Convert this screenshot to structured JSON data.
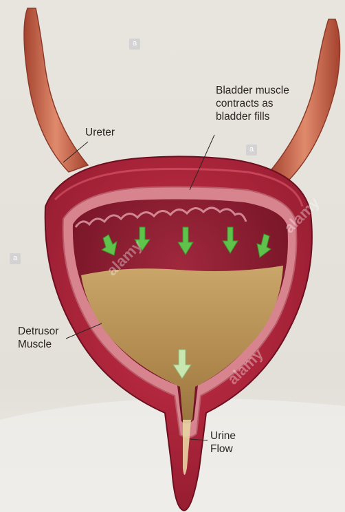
{
  "labels": {
    "ureter": "Ureter",
    "contracts": [
      "Bladder muscle",
      "contracts as",
      "bladder fills"
    ],
    "detrusor": [
      "Detrusor",
      "Muscle"
    ],
    "urine_flow": [
      "Urine",
      "Flow"
    ]
  },
  "watermark": "alamy",
  "watermark_box": "a",
  "colors": {
    "background": "#e6e2dc",
    "muscle_outer": "#b3243a",
    "muscle_dark": "#7d1327",
    "lining": "#d98a95",
    "urine": "#b89357",
    "arrow": "#5fc24a",
    "ureter": "#c7684f"
  },
  "icons": [
    "contraction-arrow-icon",
    "flow-arrow-icon"
  ]
}
